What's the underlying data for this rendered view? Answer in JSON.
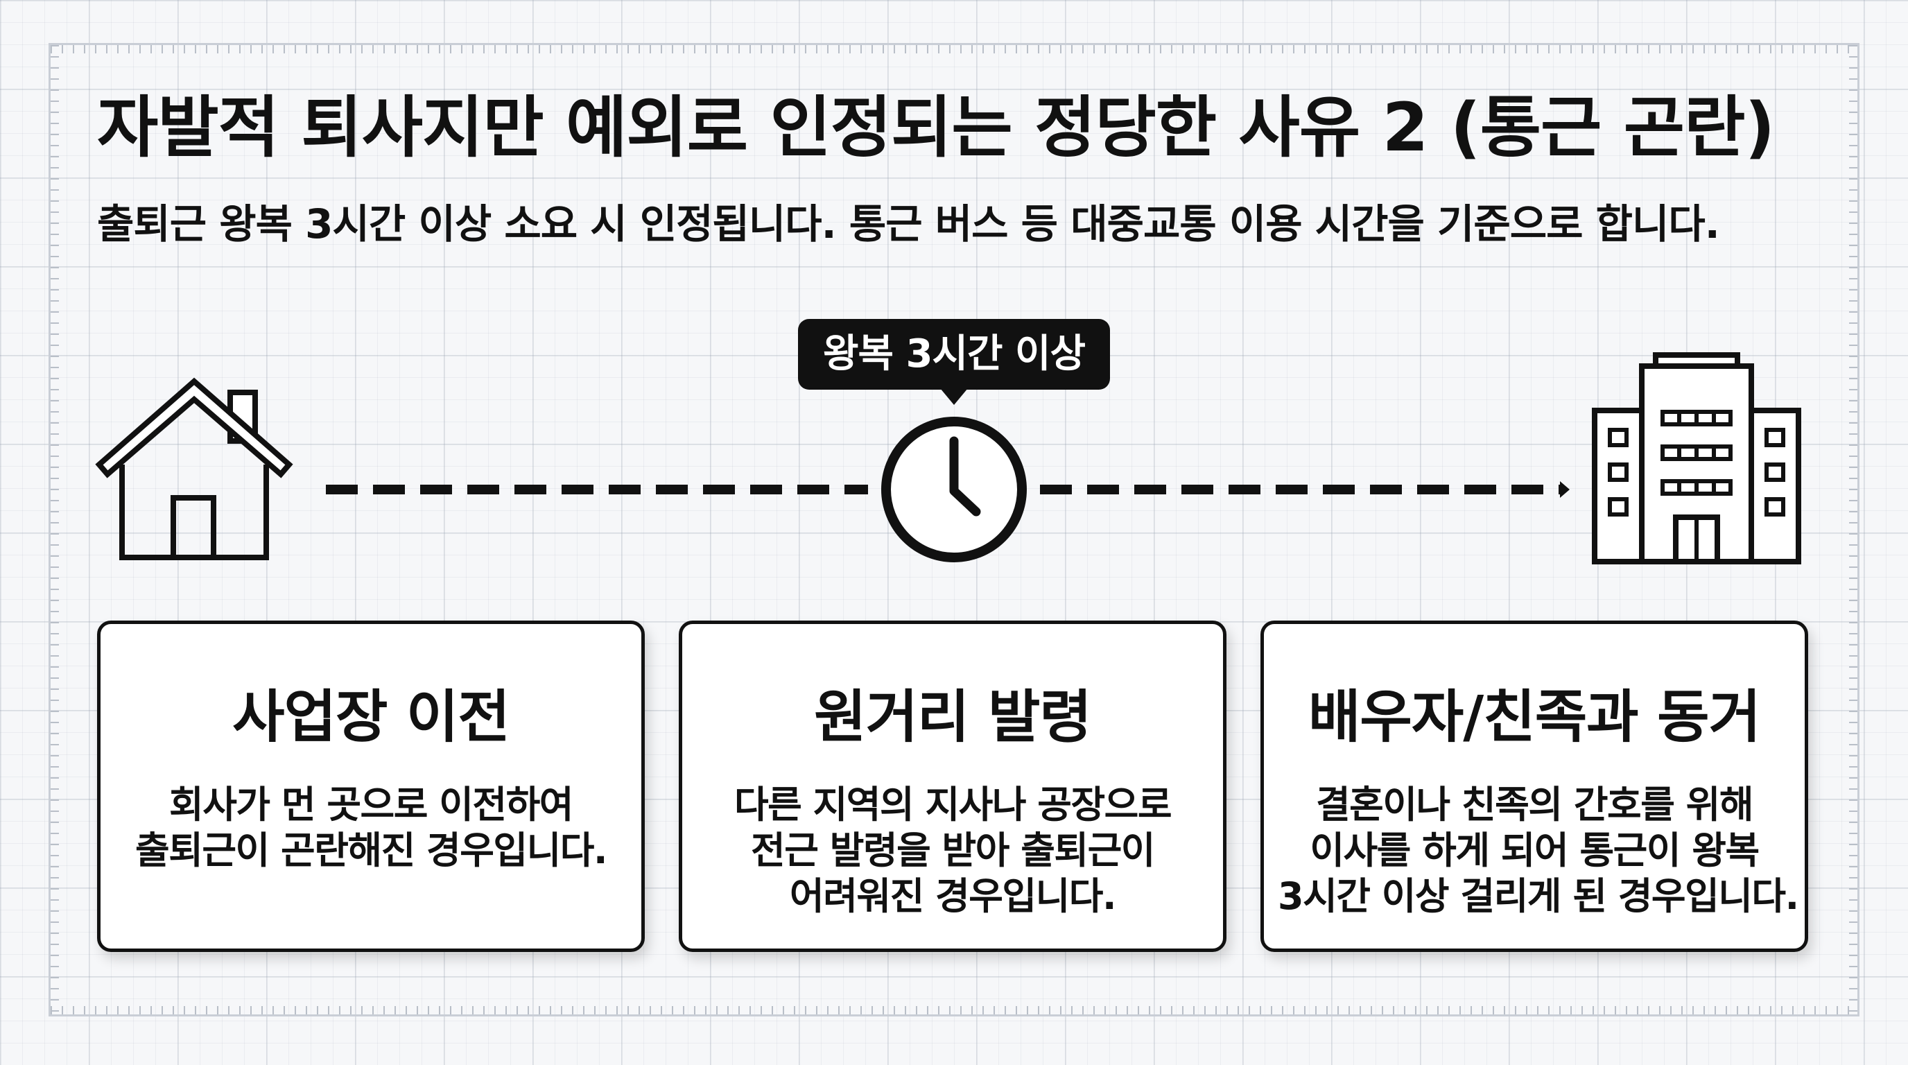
{
  "header": {
    "title": "자발적 퇴사지만 예외로 인정되는 정당한 사유 2 (통근 곤란)",
    "subtitle": "출퇴근 왕복 3시간 이상 소요 시 인정됩니다. 통근 버스 등 대중교통 이용 시간을 기준으로 합니다."
  },
  "diagram": {
    "callout_label": "왕복 3시간 이상",
    "icons": {
      "start": "house-icon",
      "middle": "clock-icon",
      "end": "office-building-icon"
    },
    "colors": {
      "ink": "#111111",
      "callout_bg": "#111111",
      "card_bg": "#ffffff",
      "grid_bg": "#f6f7f9"
    }
  },
  "cards": [
    {
      "title": "사업장 이전",
      "desc_lines": [
        "회사가 먼 곳으로 이전하여",
        "출퇴근이 곤란해진 경우입니다."
      ]
    },
    {
      "title": "원거리 발령",
      "desc_lines": [
        "다른 지역의 지사나 공장으로",
        "전근 발령을 받아 출퇴근이",
        "어려워진 경우입니다."
      ]
    },
    {
      "title": "배우자/친족과 동거",
      "desc_lines": [
        "결혼이나 친족의 간호를 위해",
        "이사를 하게 되어 통근이 왕복",
        "3시간 이상 걸리게 된 경우입니다."
      ]
    }
  ]
}
